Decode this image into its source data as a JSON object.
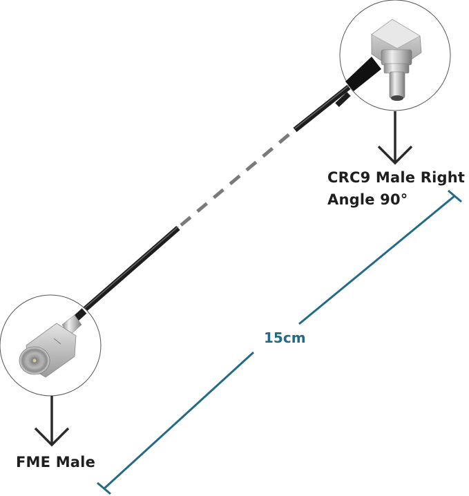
{
  "title": "FME Male to CRC9 Male Right Angle cable diagram",
  "connectors": [
    {
      "id": "crc9",
      "label_lines": [
        "CRC9 Male Right",
        "Angle 90°"
      ],
      "icon": "crc9-right-angle-connector"
    },
    {
      "id": "fme",
      "label_lines": [
        "FME Male"
      ],
      "icon": "fme-male-connector"
    }
  ],
  "dimension": {
    "label": "15cm",
    "value": 15,
    "unit": "cm"
  },
  "colors": {
    "text": "#1e1e1e",
    "dimension": "#236a86",
    "cable": "#2b2b2b",
    "cable_dash": "#7a7a7a",
    "metal": "#c9c9c9",
    "outline": "#555555",
    "arrow": "#2a2a2a"
  }
}
